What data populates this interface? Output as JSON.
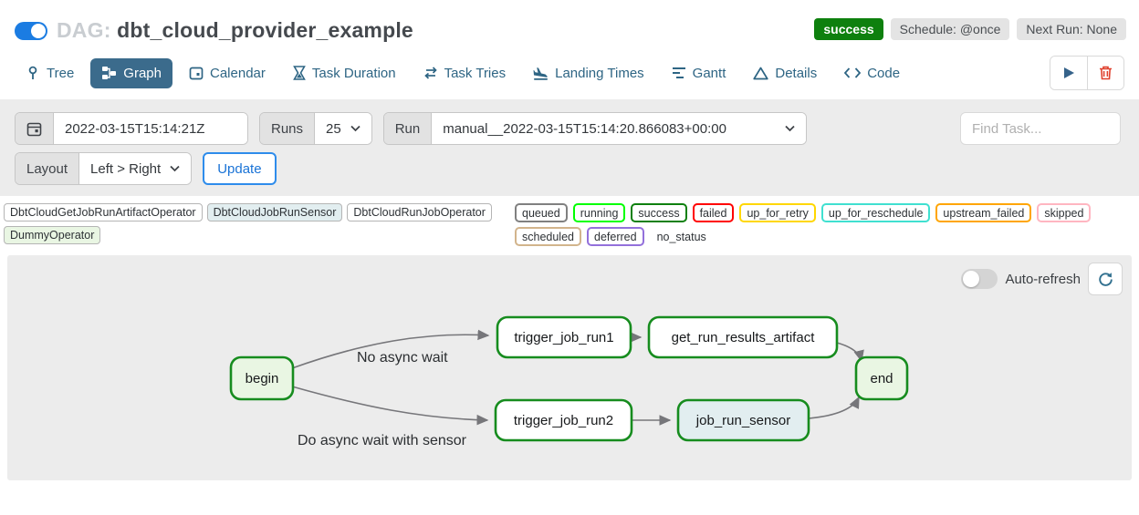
{
  "header": {
    "dag_prefix": "DAG:",
    "dag_name": "dbt_cloud_provider_example",
    "status_badge": "success",
    "schedule_badge": "Schedule: @once",
    "next_run_badge": "Next Run: None"
  },
  "tabs": [
    {
      "label": "Tree",
      "icon": "tree-icon",
      "active": false
    },
    {
      "label": "Graph",
      "icon": "graph-icon",
      "active": true
    },
    {
      "label": "Calendar",
      "icon": "calendar-icon",
      "active": false
    },
    {
      "label": "Task Duration",
      "icon": "hourglass-icon",
      "active": false
    },
    {
      "label": "Task Tries",
      "icon": "repeat-icon",
      "active": false
    },
    {
      "label": "Landing Times",
      "icon": "landing-icon",
      "active": false
    },
    {
      "label": "Gantt",
      "icon": "gantt-icon",
      "active": false
    },
    {
      "label": "Details",
      "icon": "details-icon",
      "active": false
    },
    {
      "label": "Code",
      "icon": "code-icon",
      "active": false
    }
  ],
  "filters": {
    "base_date": "2022-03-15T15:14:21Z",
    "runs_label": "Runs",
    "runs_value": "25",
    "run_label": "Run",
    "run_value": "manual__2022-03-15T15:14:20.866083+00:00",
    "find_task_placeholder": "Find Task...",
    "layout_label": "Layout",
    "layout_value": "Left > Right",
    "update_label": "Update"
  },
  "legend": {
    "operators": [
      {
        "label": "DbtCloudGetJobRunArtifactOperator",
        "fill": "#ffffff"
      },
      {
        "label": "DbtCloudJobRunSensor",
        "fill": "#e2eef0"
      },
      {
        "label": "DbtCloudRunJobOperator",
        "fill": "#ffffff"
      },
      {
        "label": "DummyOperator",
        "fill": "#e9f6e3"
      }
    ],
    "states": [
      {
        "label": "queued",
        "border": "#808080"
      },
      {
        "label": "running",
        "border": "#00ff00"
      },
      {
        "label": "success",
        "border": "#0e800e"
      },
      {
        "label": "failed",
        "border": "#ff0000"
      },
      {
        "label": "up_for_retry",
        "border": "#ffd700"
      },
      {
        "label": "up_for_reschedule",
        "border": "#40e0d0"
      },
      {
        "label": "upstream_failed",
        "border": "#ffa500"
      },
      {
        "label": "skipped",
        "border": "#ffb6c1"
      },
      {
        "label": "scheduled",
        "border": "#d2b48c"
      },
      {
        "label": "deferred",
        "border": "#9370db"
      },
      {
        "label": "no_status",
        "border": "transparent"
      }
    ]
  },
  "graph": {
    "auto_refresh_label": "Auto-refresh",
    "node_border": "#168c1e",
    "edge_color": "#76767a",
    "nodes": [
      {
        "id": "begin",
        "label": "begin",
        "fill": "#e9f6e3"
      },
      {
        "id": "trigger_job_run1",
        "label": "trigger_job_run1",
        "fill": "#ffffff"
      },
      {
        "id": "get_run_results_artifact",
        "label": "get_run_results_artifact",
        "fill": "#ffffff"
      },
      {
        "id": "end",
        "label": "end",
        "fill": "#e9f6e3"
      },
      {
        "id": "trigger_job_run2",
        "label": "trigger_job_run2",
        "fill": "#ffffff"
      },
      {
        "id": "job_run_sensor",
        "label": "job_run_sensor",
        "fill": "#e2eef0"
      }
    ],
    "edge_labels": [
      "No async wait",
      "Do async wait with sensor"
    ]
  },
  "colors": {
    "accent_blue": "#1b7ce2",
    "tab_active_bg": "#3b6b8c",
    "tab_text": "#2e6584",
    "success_green": "#0e800e",
    "panel_gray": "#ececec",
    "trash_red": "#e0412e"
  }
}
